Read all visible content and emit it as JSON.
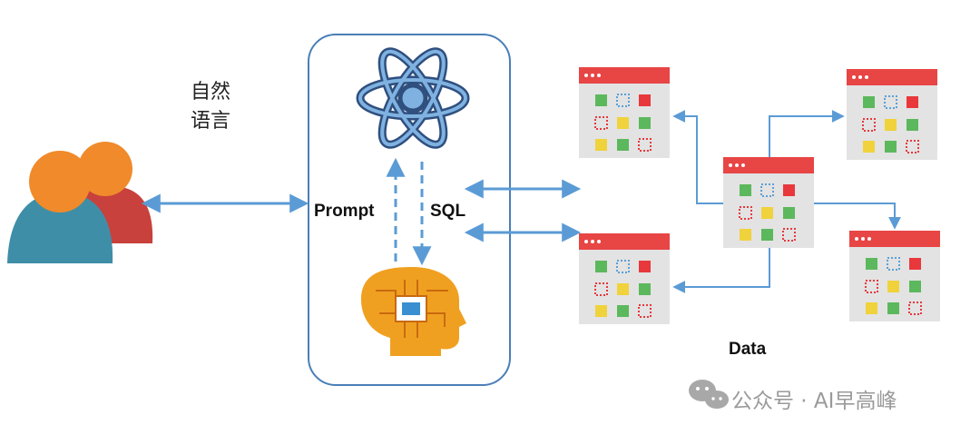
{
  "labels": {
    "natural_language_line1": "自然",
    "natural_language_line2": "语言",
    "prompt": "Prompt",
    "sql": "SQL",
    "data": "Data"
  },
  "watermark": {
    "text": "公众号 · AI早高峰",
    "icon": "wechat-icon"
  },
  "icons": {
    "users": "users-icon",
    "atom": "atom-icon",
    "ai_head": "ai-head-icon",
    "data_window": "data-window-icon"
  },
  "colors": {
    "arrow": "#5b9bd5",
    "panel_border": "#4a7eb8",
    "window_bar": "#e84545",
    "window_body": "#e3e3e3",
    "cell_green": "#5cb85c",
    "cell_yellow": "#f0d23c",
    "cell_red": "#e8383c",
    "cell_blue_dot": "#5aa0d8",
    "user_orange": "#f08a2a",
    "user_teal": "#3f8ea8",
    "user_red": "#c8413c",
    "head_orange": "#f0a020"
  }
}
